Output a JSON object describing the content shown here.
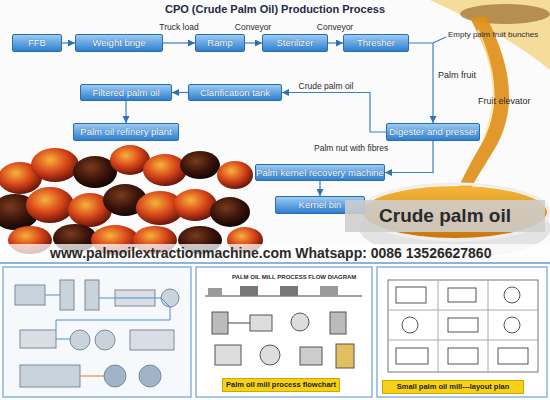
{
  "diagram": {
    "title": "CPO (Crude Palm Oil) Production Process",
    "nodes": [
      {
        "text": [
          "FFB"
        ]
      },
      {
        "text": [
          "Weight brige"
        ]
      },
      {
        "text": [
          "Ramp"
        ]
      },
      {
        "text": [
          "Sterilizer"
        ]
      },
      {
        "text": [
          "Thresher"
        ]
      },
      {
        "text": [
          "Filtered palm oil"
        ]
      },
      {
        "text": [
          "Clarification tank"
        ]
      },
      {
        "text": [
          "Palm oil refinery plant"
        ]
      },
      {
        "text": [
          "Digester and presser"
        ]
      },
      {
        "text": [
          "Palm kernel recovery machine"
        ]
      },
      {
        "text": [
          "Kernel bin"
        ]
      },
      {
        "text": [
          "Crude palm oil"
        ]
      },
      {
        "text": [
          "Palm oil mill process flowchart"
        ]
      },
      {
        "text": [
          "Small palm oil mill---layout plan"
        ]
      }
    ],
    "edges": [
      {
        "from": 0,
        "to": 1,
        "arrow": "to"
      },
      {
        "from": 1,
        "to": 2,
        "label": "Truck load",
        "arrow": "to"
      },
      {
        "from": 2,
        "to": 3,
        "label": "Conveyor",
        "arrow": "to"
      },
      {
        "from": 3,
        "to": 4,
        "label": "Conveyor",
        "arrow": "to"
      },
      {
        "from": 4,
        "to": 8,
        "arrow": "to"
      },
      {
        "from": 8,
        "to": 6,
        "label": "Crude palm oil",
        "arrow": "to"
      },
      {
        "from": 6,
        "to": 5,
        "arrow": "to"
      },
      {
        "from": 5,
        "to": 7,
        "arrow": "to"
      },
      {
        "from": 8,
        "to": 9,
        "label": "Palm nut with fibres",
        "arrow": "to"
      },
      {
        "from": 9,
        "to": 10,
        "arrow": "to"
      }
    ],
    "labels": [
      "Empty palm fruit bunches",
      "Palm fruit",
      "Fruit elevator",
      "www.palmoilextractionmachine.com Whatsapp: 0086 13526627860",
      "PALM OIL MILL PROCESS FLOW DIAGRAM"
    ]
  }
}
